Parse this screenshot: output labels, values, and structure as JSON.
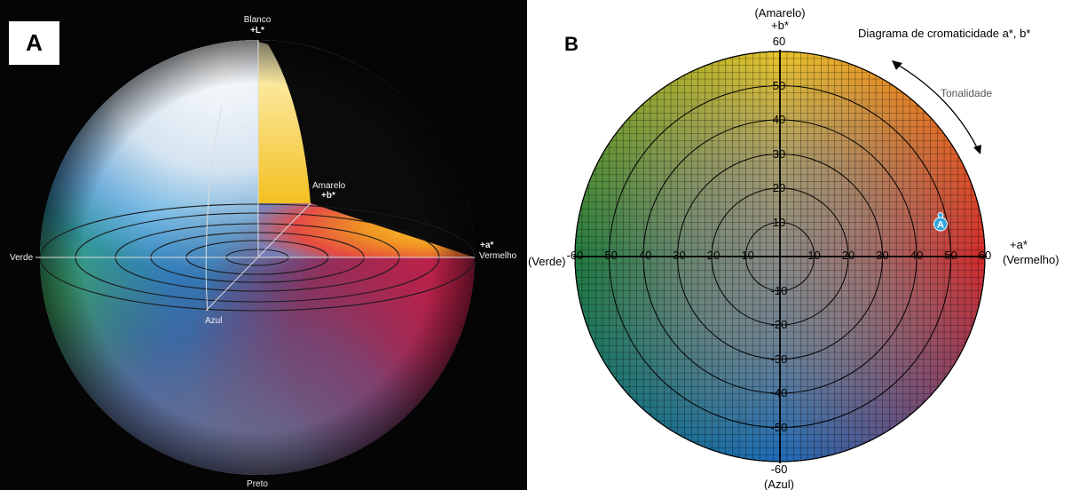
{
  "panel_a": {
    "tag": "A",
    "labels": {
      "blanco": "Blanco",
      "plus_l": "+L*",
      "amarelo": "Amarelo",
      "plus_b": "+b*",
      "plus_a": "+a*",
      "vermelho": "Vermelho",
      "verde": "Verde",
      "azul": "Azul",
      "preto": "Preto"
    }
  },
  "panel_b": {
    "tag": "B",
    "title": "Diagrama de cromaticidade a*, b*",
    "tonalidade": "Tonalidade",
    "amarelo": "(Amarelo)",
    "plus_b": "+b*",
    "plus_a": "+a*",
    "vermelho": "(Vermelho)",
    "verde": "(Verde)",
    "azul": "(Azul)",
    "point_label": "A",
    "point": {
      "a": 47,
      "b": 10
    },
    "x_ticks": [
      "-60",
      "-50",
      "-40",
      "-30",
      "-20",
      "-10",
      "10",
      "20",
      "30",
      "40",
      "50",
      "60"
    ],
    "y_ticks": [
      "60",
      "50",
      "40",
      "30",
      "20",
      "10",
      "-10",
      "-20",
      "-30",
      "-40",
      "-50",
      "-60"
    ],
    "ring_values": [
      10,
      20,
      30,
      40,
      50,
      60
    ],
    "colors": {
      "red": "#d32a2a",
      "yellow": "#e9c42a",
      "green": "#1f7a3e",
      "blue": "#1d6bb8",
      "marker": "#35a8e0"
    }
  }
}
